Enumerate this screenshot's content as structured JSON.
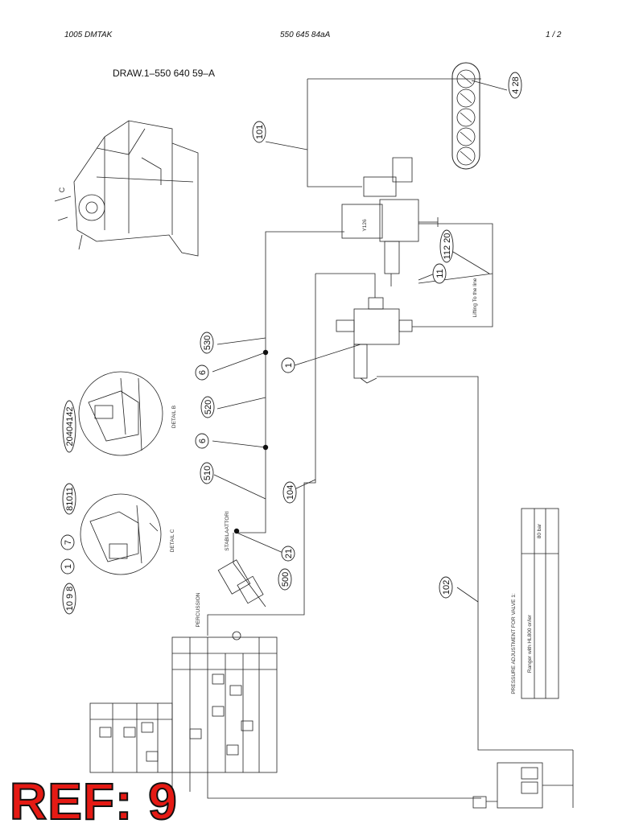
{
  "header": {
    "left": "1005 DMTAK",
    "center": "550 645 84aA",
    "right": "1 /  2"
  },
  "drawing_ref": "DRAW.1–550 640 59–A",
  "callouts": {
    "c101": "101",
    "c428": "4 28",
    "c530": "530",
    "c6a": "6",
    "c520": "520",
    "c6b": "6",
    "c510": "510",
    "c21": "21",
    "c500": "500",
    "c1": "1",
    "c104": "104",
    "c102": "102",
    "c11": "11",
    "c11220": "112 20",
    "c20404142": "20404142",
    "c81011": "81011",
    "c7": "7",
    "c1b": "1",
    "c1098": "10 9 8"
  },
  "labels": {
    "detail_b": "DETAIL B",
    "detail_c": "DETAIL C",
    "stabilaattori": "STABILAATTORI",
    "percussion": "PERCUSSION",
    "y126": "Y126",
    "lifting_line": "Lifting To the line",
    "pressure_title": "PRESSURE ADJUSTMENT FOR VALVE 1:",
    "range_text": "Ranger with HL800 or/ier",
    "bar_value": "80 bar",
    "c_label": "C"
  },
  "ref_stamp": "REF: 9"
}
